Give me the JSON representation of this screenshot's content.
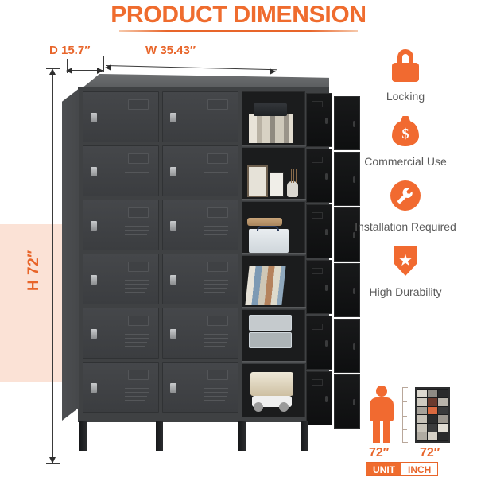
{
  "title": {
    "text": "PRODUCT DIMENSION"
  },
  "dimensions": {
    "depth_label": "D 15.7″",
    "width_label": "W 35.43″",
    "height_label": "H 72″",
    "accent_color": "#e8652a",
    "band_color": "#fbe2d6"
  },
  "product": {
    "name": "storage-locker-cabinet",
    "columns": 3,
    "rows": 6,
    "door_count": 12,
    "body_color": "#3f4143",
    "door_color": "#45474a",
    "interior_color": "#1b1c1d"
  },
  "features": [
    {
      "icon": "lock-icon",
      "label": "Locking"
    },
    {
      "icon": "money-bag-icon",
      "label": "Commercial Use"
    },
    {
      "icon": "wrench-icon",
      "label": "Installation Required"
    },
    {
      "icon": "shield-star-icon",
      "label": "High Durability"
    }
  ],
  "scale": {
    "person_height": "72″",
    "product_height": "72″",
    "unit_tag": "UNIT",
    "inch_tag": "INCH"
  }
}
